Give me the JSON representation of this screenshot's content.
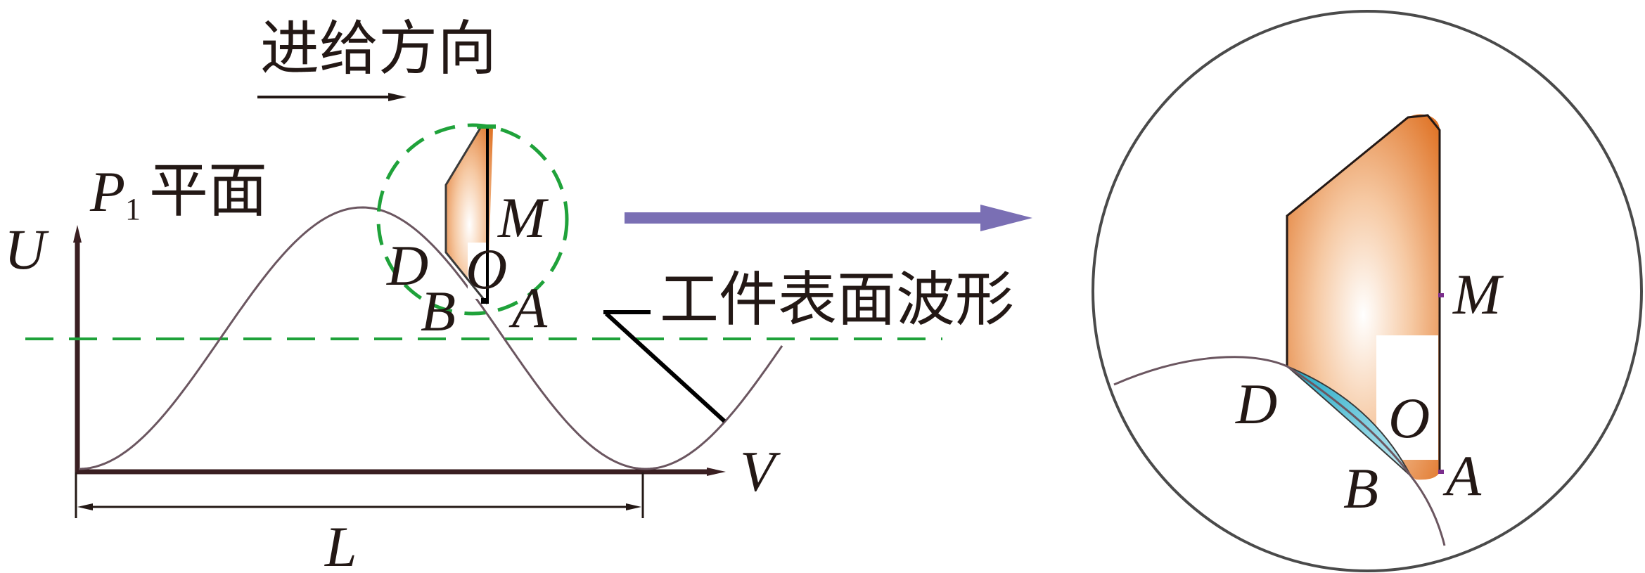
{
  "left_panel": {
    "feed_direction_label": "进给方向",
    "plane_label_letter": "P",
    "plane_label_subscript": "1",
    "plane_label_text": "平面",
    "axis_u_label": "U",
    "axis_v_label": "V",
    "length_label": "L",
    "surface_waveform_label": "工件表面波形",
    "points": {
      "D": "D",
      "O": "O",
      "M": "M",
      "B": "B",
      "A": "A"
    }
  },
  "right_panel": {
    "points": {
      "D": "D",
      "O": "O",
      "M": "M",
      "B": "B",
      "A": "A"
    }
  },
  "colors": {
    "dashed_green": "#1fa23a",
    "magnify_arrow": "#7a6fb4",
    "tool_orange": "#e0762a",
    "edge_blue": "#3bb8d0",
    "curve": "#6b5660"
  }
}
